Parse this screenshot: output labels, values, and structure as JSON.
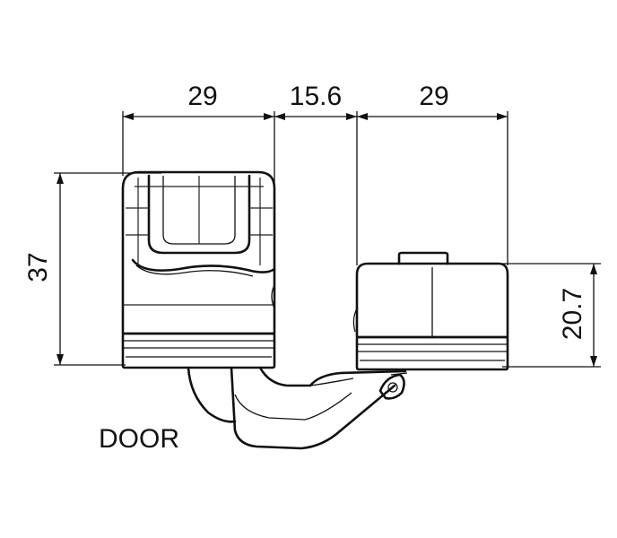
{
  "drawing": {
    "dimensions": {
      "left_width": "29",
      "offset": "15.6",
      "right_width": "29",
      "height_left": "37",
      "height_right": "20.7"
    },
    "labels": {
      "door": "DOOR"
    }
  }
}
